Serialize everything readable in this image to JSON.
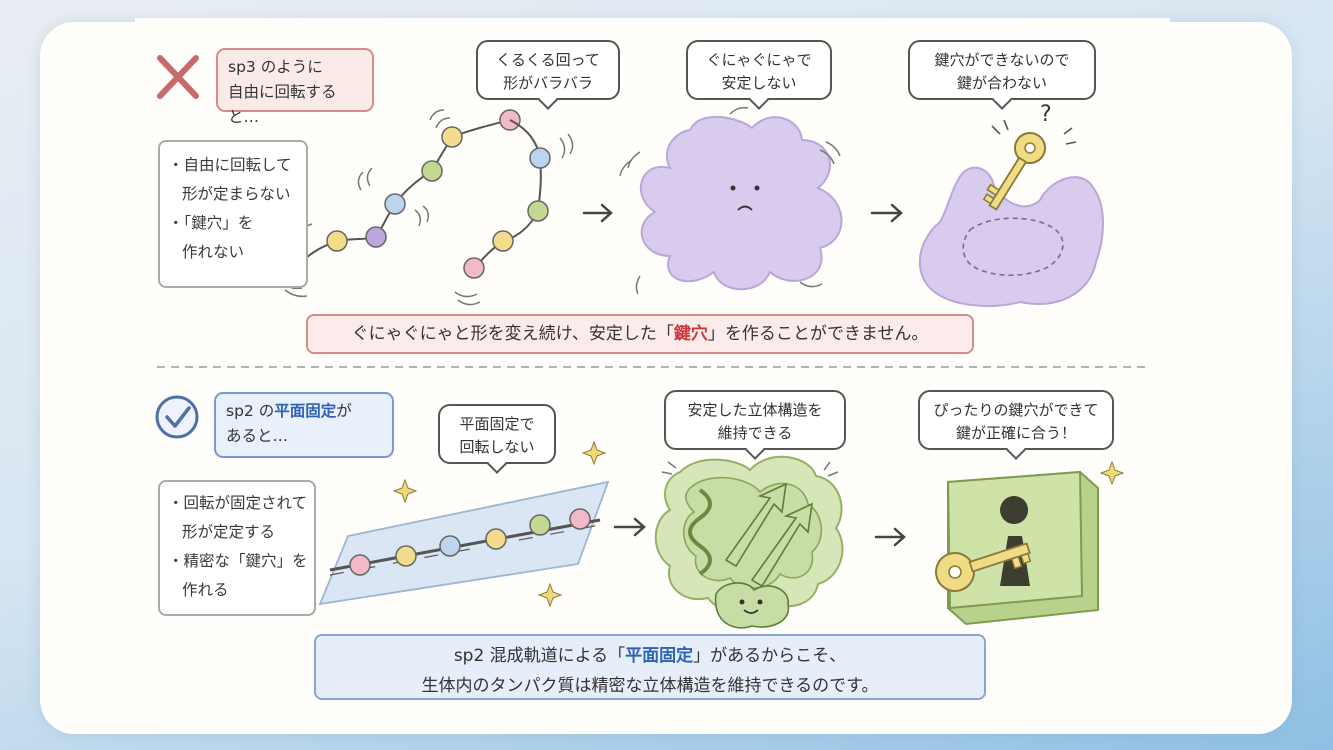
{
  "top": {
    "label_line1": "sp3 のように",
    "label_line2": "自由に回転すると…",
    "notes": [
      {
        "line1": "自由に回転して",
        "line2": "形が定まらない"
      },
      {
        "line1": "「鍵穴」を",
        "line2": "作れない"
      }
    ],
    "bubble1_line1": "くるくる回って",
    "bubble1_line2": "形がバラバラ",
    "bubble2_line1": "ぐにゃぐにゃで",
    "bubble2_line2": "安定しない",
    "bubble3_line1": "鍵穴ができないので",
    "bubble3_line2": "鍵が合わない",
    "banner_pre": "ぐにゃぐにゃと形を変え続け、安定した「",
    "banner_hl": "鍵穴",
    "banner_post": "」を作ることができません。"
  },
  "bottom": {
    "label_pre": "sp2 の",
    "label_hl": "平面固定",
    "label_post": "が",
    "label_line2": "あると…",
    "notes": [
      {
        "line1": "回転が固定されて",
        "line2": "形が定定する"
      },
      {
        "line1": "精密な「鍵穴」を",
        "line2": "作れる"
      }
    ],
    "bubble1_line1": "平面固定で",
    "bubble1_line2": "回転しない",
    "bubble2_line1": "安定した立体構造を",
    "bubble2_line2": "維持できる",
    "bubble3_line1": "ぴったりの鍵穴ができて",
    "bubble3_line2": "鍵が正確に合う！",
    "banner_line1_pre": "sp2 混成軌道による「",
    "banner_line1_hl": "平面固定",
    "banner_line1_post": "」があるからこそ、",
    "banner_line2": "生体内のタンパク質は精密な立体構造を維持できるのです。"
  },
  "colors": {
    "cross": "#c86a6a",
    "check": "#4f6fa8",
    "blob_purple": "#d8cbed",
    "green": "#c8dca6",
    "key_yellow": "#f1dc86"
  },
  "icons": [
    "cross-icon",
    "check-circle-icon",
    "arrow-right-icon",
    "key-icon",
    "sparkle-icon",
    "question-icon"
  ]
}
